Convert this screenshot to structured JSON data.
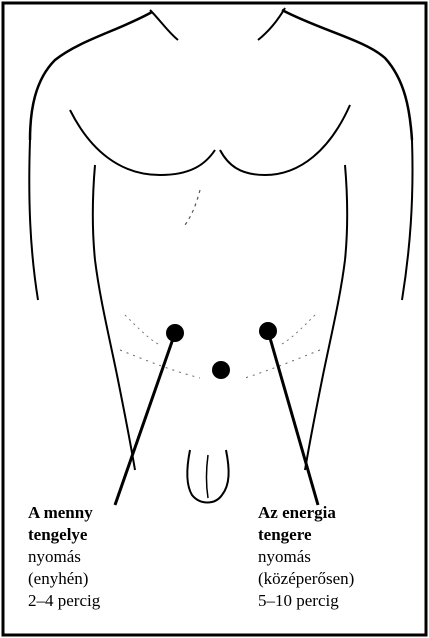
{
  "labels": {
    "left": {
      "line1": "A menny",
      "line2": "tengelye",
      "line3": "nyomás",
      "line4": "(enyhén)",
      "line5": "2–4 percig"
    },
    "right": {
      "line1": "Az energia",
      "line2": "tengere",
      "line3": "nyomás",
      "line4": "(középerősen)",
      "line5": "5–10 percig"
    }
  },
  "colors": {
    "ink": "#000000",
    "paper": "#ffffff"
  }
}
